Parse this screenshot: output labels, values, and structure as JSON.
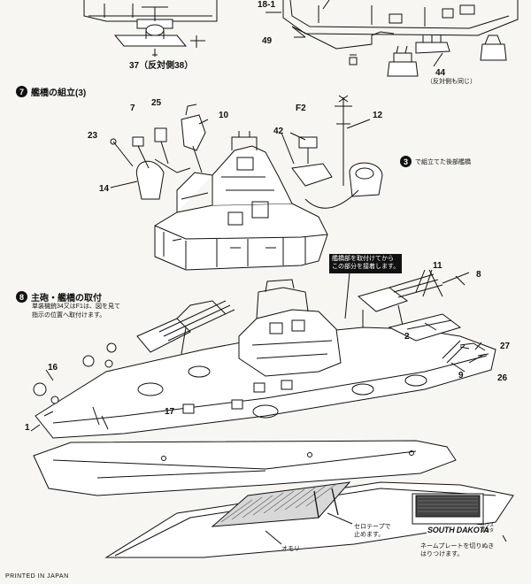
{
  "top": {
    "part_37_38": "37（反対側38）",
    "part_18_1": "18-1",
    "part_49": "49",
    "part_44": "44",
    "part_44_note": "（反対側も同じ）"
  },
  "step7": {
    "number": "7",
    "title": "艦橋の組立(3)",
    "labels": {
      "p7": "7",
      "p25": "25",
      "p10": "10",
      "pF2": "F2",
      "p12": "12",
      "p23": "23",
      "p42": "42",
      "p14": "14"
    },
    "ref_number": "3",
    "ref_text": "で組立てた後部艦橋"
  },
  "step8": {
    "number": "8",
    "title": "主砲・艦橋の取付",
    "note_line1": "単装機銃34又はF1は、図を見て",
    "note_line2": "指示の位置へ取付けます。",
    "callout_line1": "艦橋部を取付けてから",
    "callout_line2": "この部分を接着します。",
    "labels": {
      "p11": "11",
      "p8": "8",
      "p16": "16",
      "p1": "1",
      "p17": "17",
      "p2": "2",
      "p27": "27",
      "p9": "9",
      "p26": "26"
    },
    "tape_line1": "セロテープで",
    "tape_line2": "止めます。",
    "omori": "オモリ",
    "nameplate_text": "SOUTH DAKOTA",
    "nameplate_sub": "サウス\nダコタ",
    "nameplate_note1": "ネームプレートを切りぬき",
    "nameplate_note2": "はりつけます。"
  },
  "footer": "PRINTED IN JAPAN",
  "colors": {
    "ink": "#111111",
    "paper": "#f7f6f2"
  }
}
